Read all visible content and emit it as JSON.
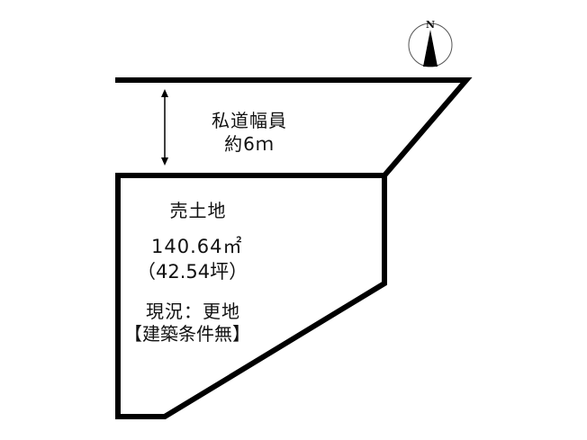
{
  "compass": {
    "label": "N",
    "icon": "north-arrow-icon"
  },
  "road": {
    "title": "私道幅員",
    "width": "約6ｍ"
  },
  "lot": {
    "title": "売土地",
    "area_sqm": "140.64㎡",
    "area_tsubo": "（42.54坪）",
    "status": "現況：更地",
    "condition": "【建築条件無】"
  },
  "colors": {
    "line": "#000000",
    "background": "#ffffff"
  }
}
